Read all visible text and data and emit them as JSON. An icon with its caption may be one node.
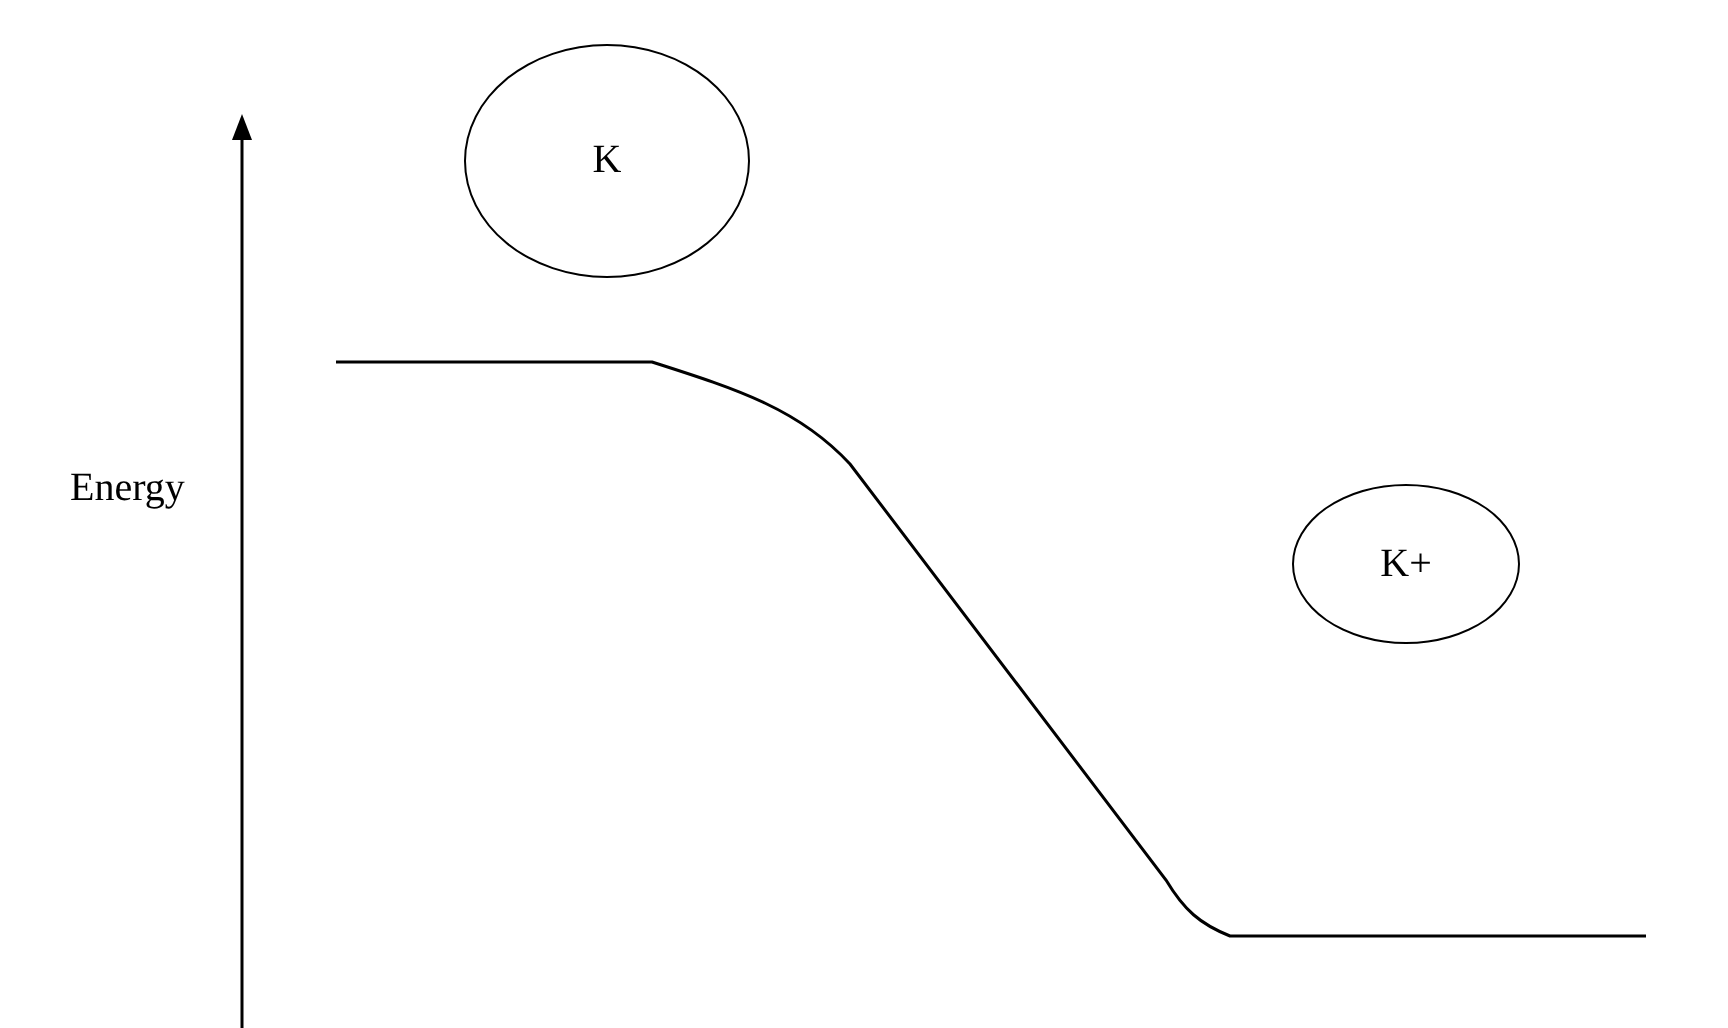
{
  "diagram": {
    "nodes": [
      {
        "text": [
          "K"
        ]
      },
      {
        "text": [
          "K+"
        ]
      }
    ],
    "labels": [
      "Energy"
    ]
  }
}
